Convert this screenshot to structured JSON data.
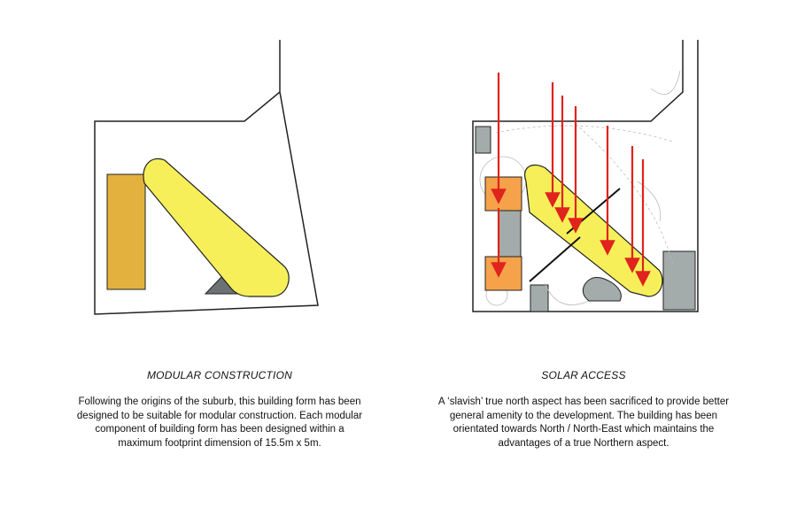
{
  "left_panel": {
    "title": "MODULAR CONSTRUCTION",
    "body": "Following the origins of the suburb, this building form has been designed to be suitable for modular construction. Each modular component of building form has been designed within a maximum footprint dimension of 15.5m x 5m."
  },
  "right_panel": {
    "title": "SOLAR ACCESS",
    "body": "A ‘slavish’ true north aspect has been sacrificed to provide better general amenity to the development. The building has been orientated towards North / North-East which maintains the advantages of a true Northern aspect."
  },
  "colors": {
    "yellow": "#f6ef5a",
    "orange": "#f5a24a",
    "mustard": "#e3b13d",
    "grey": "#a3acaa",
    "dark_grey": "#6c7272",
    "arrow_red": "#e0231c"
  }
}
